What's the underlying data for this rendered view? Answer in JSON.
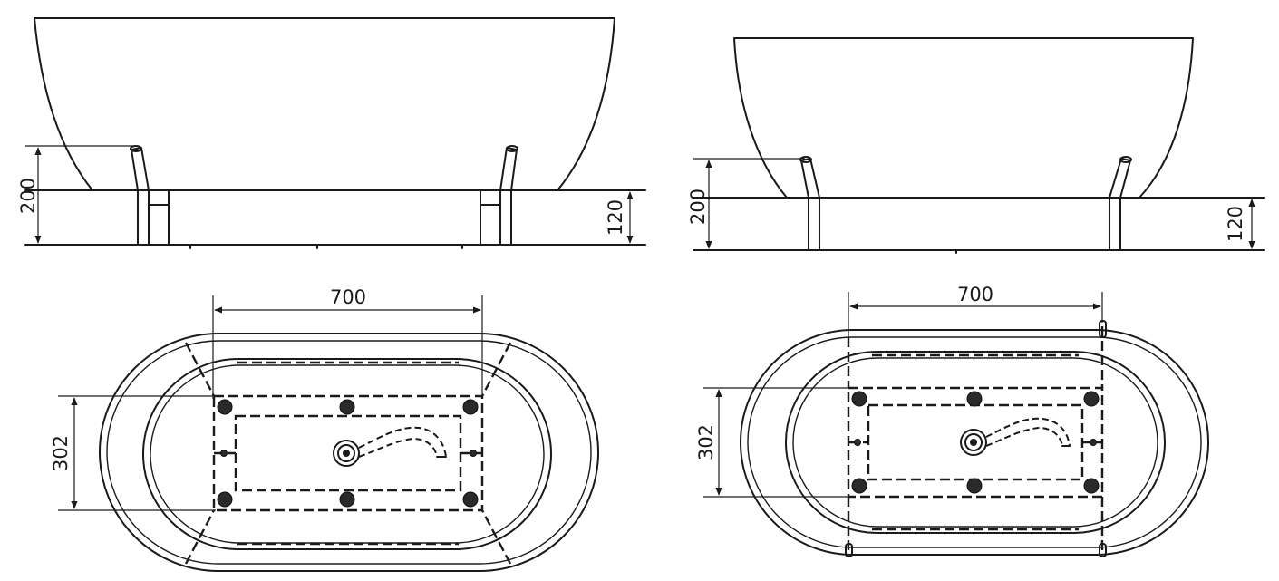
{
  "views": {
    "left_side": {
      "dim_total_height": "200",
      "dim_frame_height": "120"
    },
    "right_side": {
      "dim_total_height": "200",
      "dim_frame_height": "120"
    },
    "left_top": {
      "dim_width": "700",
      "dim_depth": "302"
    },
    "right_top": {
      "dim_width": "700",
      "dim_depth": "302"
    }
  }
}
